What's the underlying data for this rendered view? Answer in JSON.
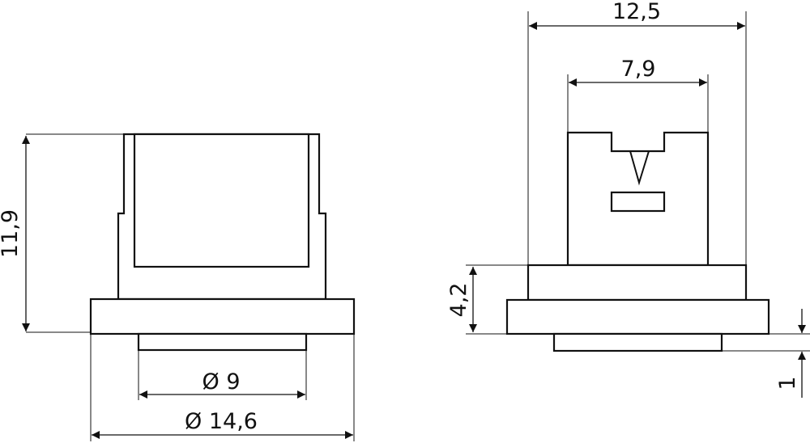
{
  "drawing": {
    "left_view": {
      "dimensions": {
        "height": "11,9",
        "inner_diameter": "Ø 9",
        "outer_diameter": "Ø 14,6"
      }
    },
    "right_view": {
      "dimensions": {
        "width_top": "12,5",
        "slot_width": "7,9",
        "base_height": "4,2",
        "step": "1"
      }
    }
  }
}
